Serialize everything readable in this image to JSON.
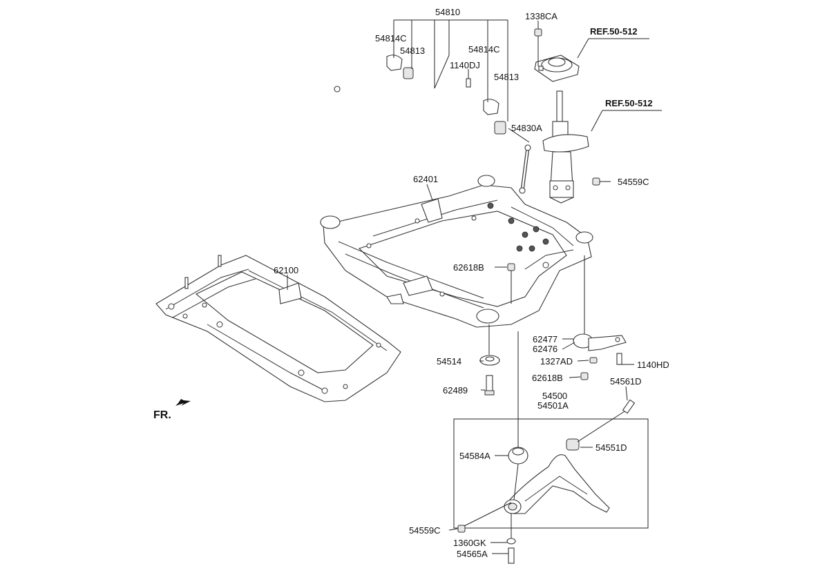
{
  "labels": {
    "p54810": "54810",
    "p54814c_l": "54814C",
    "p54813_l": "54813",
    "p54814c_r": "54814C",
    "p1140dj": "1140DJ",
    "p54813_r": "54813",
    "p1338ca": "1338CA",
    "ref1": "REF.50-512",
    "ref2": "REF.50-512",
    "p54830a": "54830A",
    "p54559c_top": "54559C",
    "p62401": "62401",
    "p62100": "62100",
    "p62618b_top": "62618B",
    "p62477": "62477",
    "p62476": "62476",
    "p1327ad": "1327AD",
    "p1140hd": "1140HD",
    "p62618b_bot": "62618B",
    "p54514": "54514",
    "p62489": "62489",
    "p54561d": "54561D",
    "p54500": "54500",
    "p54501a": "54501A",
    "p54551d": "54551D",
    "p54584a": "54584A",
    "p54559c_bot": "54559C",
    "p1360gk": "1360GK",
    "p54565a": "54565A",
    "fr": "FR."
  }
}
